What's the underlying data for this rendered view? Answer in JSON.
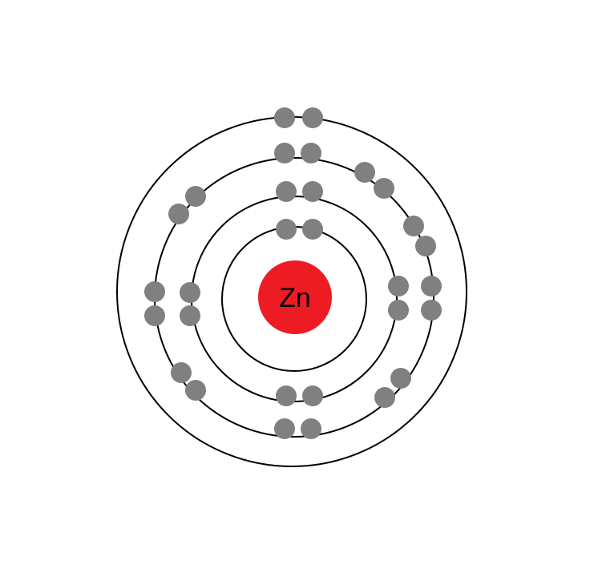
{
  "element": {
    "symbol": "Zn",
    "shell_electron_counts": [
      2,
      8,
      18,
      2
    ]
  },
  "colors": {
    "nucleus": "#ed1c24",
    "electron": "#808080",
    "shell": "#000000",
    "background": "#ffffff"
  }
}
